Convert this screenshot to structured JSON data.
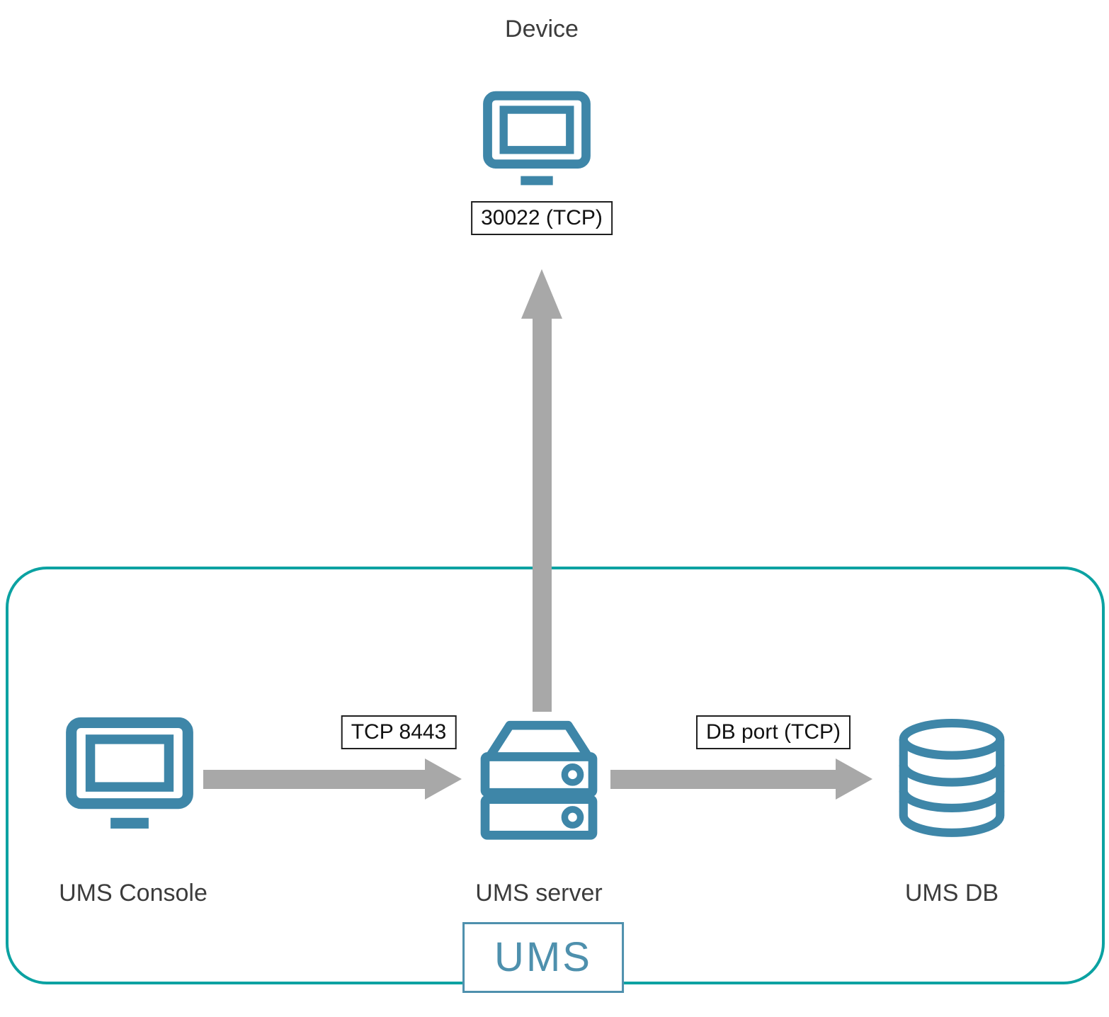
{
  "colors": {
    "icon_color": "#3e86a8",
    "enclosure_color": "#0ba2a2",
    "arrow_color": "#a8a8a8",
    "text_color": "#3c3c3c",
    "ums_badge_color": "#4e90ad"
  },
  "nodes": {
    "device": {
      "label": "Device"
    },
    "console": {
      "label": "UMS Console"
    },
    "server": {
      "label": "UMS server"
    },
    "db": {
      "label": "UMS DB"
    }
  },
  "connections": {
    "server_to_device": {
      "label": "30022 (TCP)",
      "direction": "up"
    },
    "console_to_server": {
      "label": "TCP 8443",
      "direction": "right"
    },
    "server_to_db": {
      "label": "DB port (TCP)",
      "direction": "right"
    }
  },
  "enclosure": {
    "label": "UMS"
  }
}
